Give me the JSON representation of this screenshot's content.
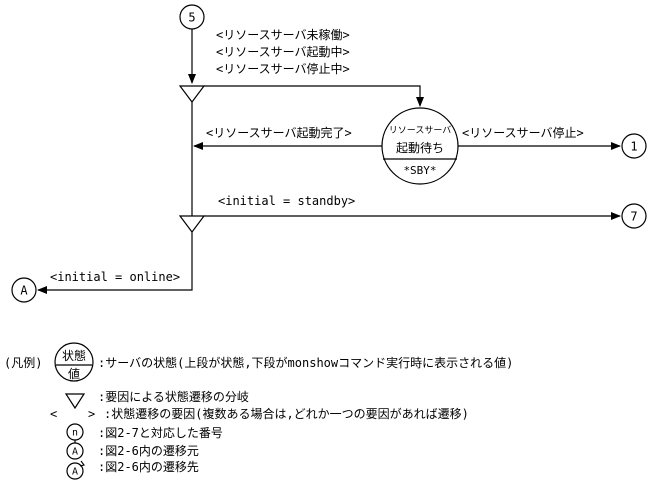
{
  "connectors": {
    "top_entry": "5",
    "out_right_stop": "1",
    "out_right_standby": "7",
    "out_left_online": "A"
  },
  "labels": {
    "entry_conditions": [
      "<リソースサーバ未稼働>",
      "<リソースサーバ起動中>",
      "<リソースサーバ停止中>"
    ],
    "startup_complete": "<リソースサーバ起動完了>",
    "server_stop": "<リソースサーバ停止>",
    "initial_standby": "<initial = standby>",
    "initial_online": "<initial = online>"
  },
  "state": {
    "top_small": "リソースサーバ",
    "top_main": "起動待ち",
    "bottom": "*SBY*"
  },
  "legend": {
    "heading": "(凡例)",
    "state_top": "状態",
    "state_bottom": "値",
    "state_desc": ":サーバの状態(上段が状態,下段がmonshowコマンド実行時に表示される値)",
    "branch_desc": ":要因による状態遷移の分岐",
    "cause_open": "<",
    "cause_close": ">",
    "cause_desc": ":状態遷移の要因(複数ある場合は,どれか一つの要因があれば遷移)",
    "n_symbol": "n",
    "n_desc": ":図2-7と対応した番号",
    "from_symbol": "A",
    "from_desc": ":図2-6内の遷移元",
    "to_symbol": "A",
    "to_desc": ":図2-6内の遷移先"
  }
}
